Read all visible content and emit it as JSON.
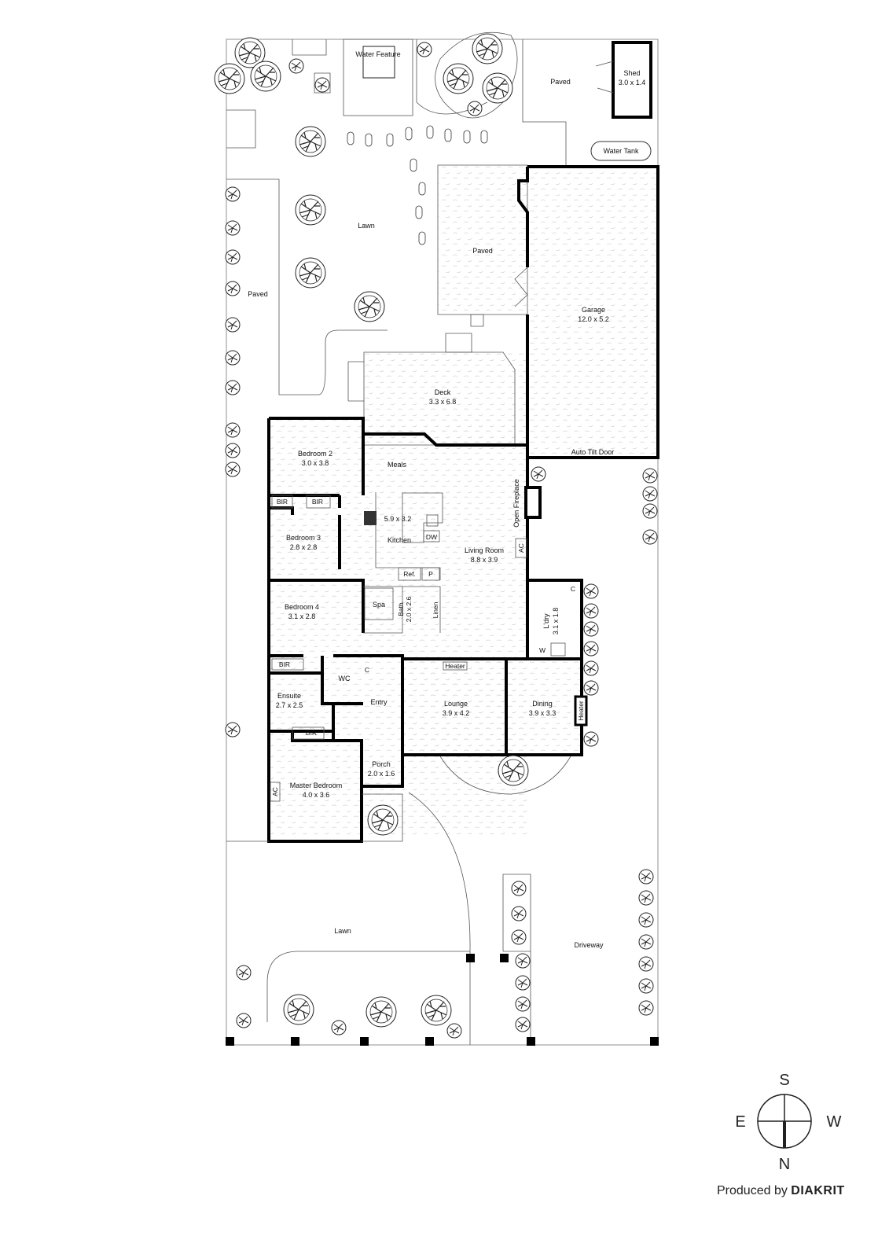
{
  "outdoor": {
    "water_feature": "Water Feature",
    "paved_ne": "Paved",
    "shed_name": "Shed",
    "shed_size": "3.0 x 1.4",
    "water_tank": "Water Tank",
    "lawn_back": "Lawn",
    "paved_court": "Paved",
    "paved_side": "Paved",
    "lawn_front": "Lawn",
    "driveway": "Driveway"
  },
  "rooms": {
    "garage_name": "Garage",
    "garage_size": "12.0 x 5.2",
    "auto_tilt_door": "Auto Tilt Door",
    "deck_name": "Deck",
    "deck_size": "3.3 x 6.8",
    "bedroom2_name": "Bedroom 2",
    "bedroom2_size": "3.0 x 3.8",
    "bir": "BIR",
    "bedroom3_name": "Bedroom 3",
    "bedroom3_size": "2.8 x 2.8",
    "bedroom4_name": "Bedroom 4",
    "bedroom4_size": "3.1 x 2.8",
    "meals": "Meals",
    "kitchen_size": "5.9 x 3.2",
    "kitchen": "Kitchen",
    "dw": "DW",
    "ref": "Ref.",
    "pantry": "P",
    "living_name": "Living Room",
    "living_size": "8.8 x 3.9",
    "open_fireplace": "Open Fireplace",
    "ac": "AC",
    "spa": "Spa",
    "bath": "Bath",
    "bath_size": "2.0 x 2.6",
    "linen": "Linen",
    "laundry": "L'dry",
    "laundry_size": "3.1 x 1.8",
    "c": "C",
    "w": "W",
    "wc": "WC",
    "entry": "Entry",
    "ensuite_name": "Ensuite",
    "ensuite_size": "2.7 x 2.5",
    "heater": "Heater",
    "lounge_name": "Lounge",
    "lounge_size": "3.9 x 4.2",
    "dining_name": "Dining",
    "dining_size": "3.9 x 3.3",
    "porch_name": "Porch",
    "porch_size": "2.0 x 1.6",
    "master_name": "Master Bedroom",
    "master_size": "4.0 x 3.6"
  },
  "compass": {
    "s": "S",
    "e": "E",
    "w": "W",
    "n": "N"
  },
  "credit": {
    "prefix": "Produced by",
    "brand": "DIAKRIT"
  }
}
